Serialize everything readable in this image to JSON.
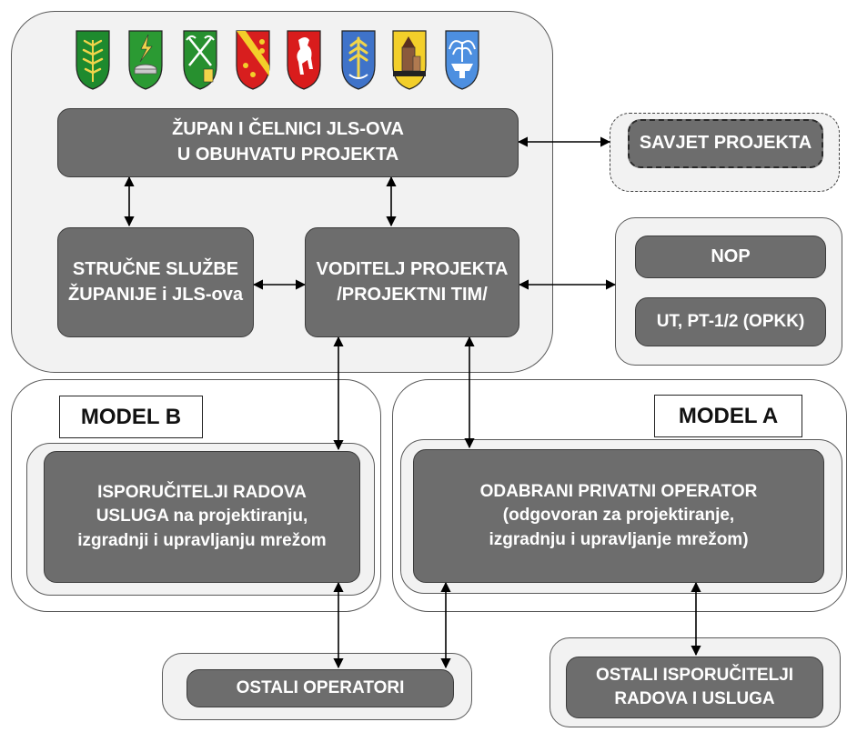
{
  "colors": {
    "box_fill": "#6d6d6d",
    "panel_fill": "#f2f2f2",
    "text_light": "#ffffff",
    "connector": "#000000"
  },
  "coats_of_arms": [
    {
      "icon": "wheat-sprig-coat-of-arms-icon",
      "color": "#1e8a2e"
    },
    {
      "icon": "lightning-millstone-coat-of-arms-icon",
      "color": "#2b9a33"
    },
    {
      "icon": "crossed-tools-coat-of-arms-icon",
      "color": "#27902f"
    },
    {
      "icon": "red-gold-coins-coat-of-arms-icon",
      "color": "#d81e1e"
    },
    {
      "icon": "white-horse-coat-of-arms-icon",
      "color": "#d91c1c"
    },
    {
      "icon": "wheat-sheaf-blue-coat-of-arms-icon",
      "color": "#3f73c9"
    },
    {
      "icon": "church-yellow-coat-of-arms-icon",
      "color": "#f3cf2a"
    },
    {
      "icon": "fountain-blue-coat-of-arms-icon",
      "color": "#4d8fe0"
    }
  ],
  "boxes": {
    "zupan": {
      "line1": "ŽUPAN I ČELNICI JLS-OVA",
      "line2": "U OBUHVATU PROJEKTA"
    },
    "savjet": {
      "text": "SAVJET PROJEKTA"
    },
    "strucne": {
      "line1": "STRUČNE SLUŽBE",
      "line2": "ŽUPANIJE i JLS-ova"
    },
    "voditelj": {
      "line1": "VODITELJ PROJEKTA",
      "line2": "/PROJEKTNI TIM/"
    },
    "nop": {
      "text": "NOP"
    },
    "ut": {
      "text": "UT, PT-1/2 (OPKK)"
    },
    "isporucitelji": {
      "line1": "ISPORUČITELJI RADOVA",
      "line2": "USLUGA na projektiranju,",
      "line3": "izgradnji i upravljanju mrežom"
    },
    "odabrani": {
      "line1": "ODABRANI PRIVATNI OPERATOR",
      "line2": "(odgovoran za projektiranje,",
      "line3": "izgradnju i upravljanje mrežom)"
    },
    "ostali_operatori": {
      "text": "OSTALI OPERATORI"
    },
    "ostali_isporucitelji": {
      "line1": "OSTALI ISPORUČITELJI",
      "line2": "RADOVA I USLUGA"
    }
  },
  "labels": {
    "model_b": "MODEL B",
    "model_a": "MODEL A"
  }
}
